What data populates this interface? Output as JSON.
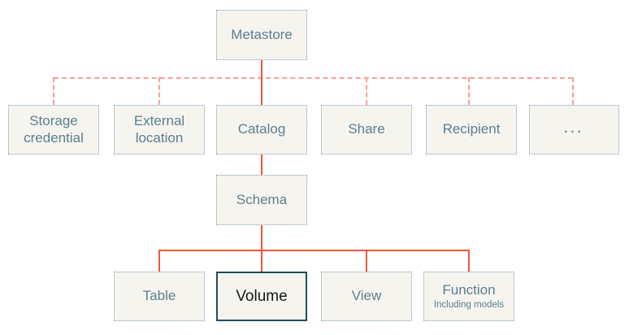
{
  "diagram": {
    "colors": {
      "solid_connector": "#f0563c",
      "dotted_connector": "#f5a193",
      "node_border": "#7f9fae",
      "node_fill": "#f6f4ef",
      "node_text": "#5a7f90",
      "highlight_border": "#1d4d5e",
      "highlight_text": "#13181b",
      "background": "#ffffff"
    },
    "nodes": {
      "metastore": {
        "label": "Metastore"
      },
      "storage_credential": {
        "label": "Storage credential"
      },
      "external_location": {
        "label": "External location"
      },
      "catalog": {
        "label": "Catalog"
      },
      "share": {
        "label": "Share"
      },
      "recipient": {
        "label": "Recipient"
      },
      "more": {
        "label": "..."
      },
      "schema": {
        "label": "Schema"
      },
      "table": {
        "label": "Table"
      },
      "volume": {
        "label": "Volume"
      },
      "view": {
        "label": "View"
      },
      "function": {
        "label": "Function",
        "sublabel": "Including models"
      }
    },
    "edges": [
      {
        "from": "metastore",
        "to": "storage_credential",
        "style": "dotted"
      },
      {
        "from": "metastore",
        "to": "external_location",
        "style": "dotted"
      },
      {
        "from": "metastore",
        "to": "catalog",
        "style": "solid"
      },
      {
        "from": "metastore",
        "to": "share",
        "style": "dotted"
      },
      {
        "from": "metastore",
        "to": "recipient",
        "style": "dotted"
      },
      {
        "from": "metastore",
        "to": "more",
        "style": "dotted"
      },
      {
        "from": "catalog",
        "to": "schema",
        "style": "solid"
      },
      {
        "from": "schema",
        "to": "table",
        "style": "solid"
      },
      {
        "from": "schema",
        "to": "volume",
        "style": "solid"
      },
      {
        "from": "schema",
        "to": "view",
        "style": "solid"
      },
      {
        "from": "schema",
        "to": "function",
        "style": "solid"
      }
    ]
  }
}
